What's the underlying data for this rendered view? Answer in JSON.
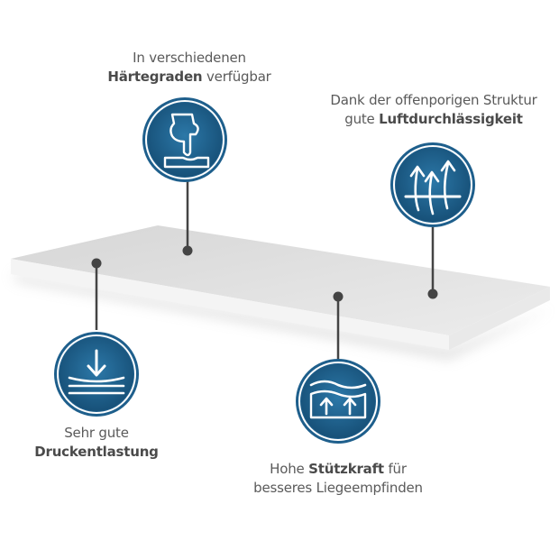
{
  "colors": {
    "badge_fill": "#1e5f8c",
    "badge_ring": "#ffffff",
    "badge_outer": "#1e5f8c",
    "pointer": "#444444",
    "mattress_top": "#e3e3e3",
    "mattress_side": "#f3f3f3",
    "text": "#5a5a5a"
  },
  "features": [
    {
      "id": "haertegrade",
      "icon": "finger-press-icon",
      "line1_plain": "In verschiedenen",
      "line2_bold": "Härtegraden",
      "line2_plain": " verfügbar"
    },
    {
      "id": "luftdurchlaessigkeit",
      "icon": "airflow-arrows-icon",
      "line1_plain": "Dank der offenporigen Struktur",
      "line2_plain_pre": "gute ",
      "line2_bold": "Luftdurchlässigkeit"
    },
    {
      "id": "druckentlastung",
      "icon": "pressure-relief-icon",
      "line1_plain": "Sehr gute",
      "line2_bold": "Druckentlastung"
    },
    {
      "id": "stuetzkraft",
      "icon": "support-force-icon",
      "line1_plain_pre": "Hohe ",
      "line1_bold": "Stützkraft",
      "line1_plain_post": " für",
      "line2_plain": "besseres Liegeempfinden"
    }
  ]
}
